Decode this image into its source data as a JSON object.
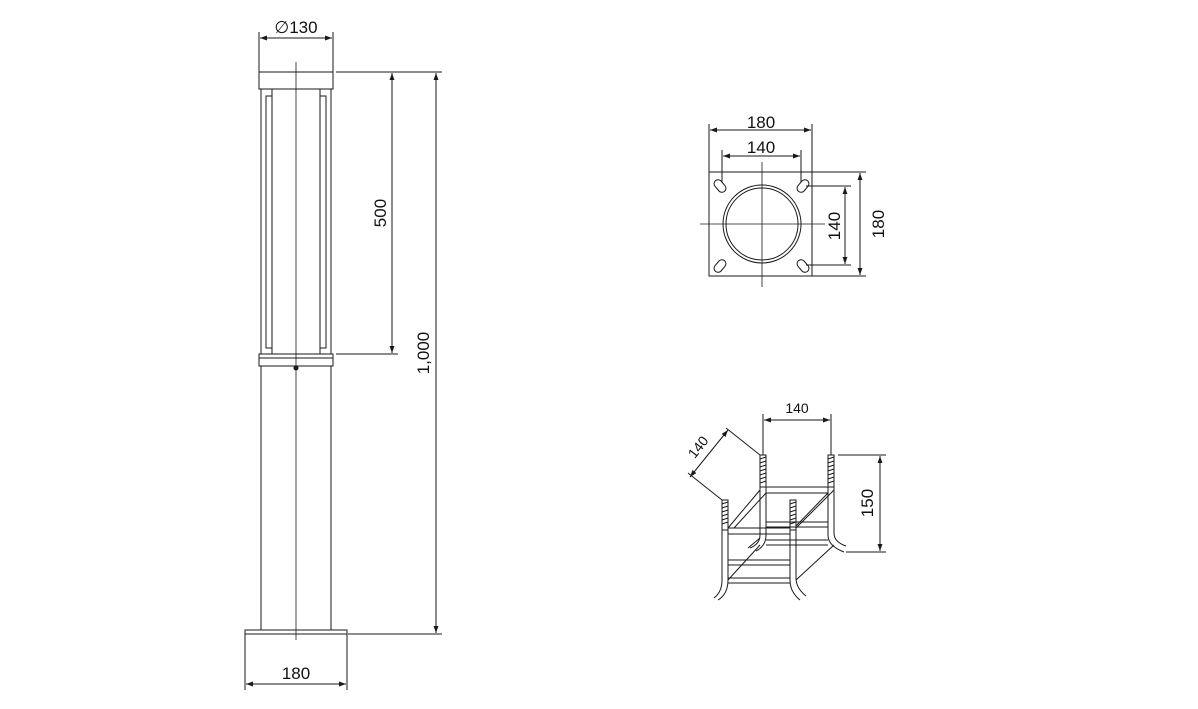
{
  "side_view": {
    "diameter_label": "∅130",
    "height_label": "1,000",
    "lamp_height_label": "500",
    "base_width_label": "180"
  },
  "top_view": {
    "plate_width_label": "180",
    "bolt_spacing_label": "140",
    "bolt_spacing_vertical_label": "140",
    "plate_height_label": "180"
  },
  "anchor_cage": {
    "width_label": "140",
    "depth_label": "140",
    "height_label": "150"
  },
  "colors": {
    "line": "#1a1a1a",
    "background": "#ffffff"
  }
}
